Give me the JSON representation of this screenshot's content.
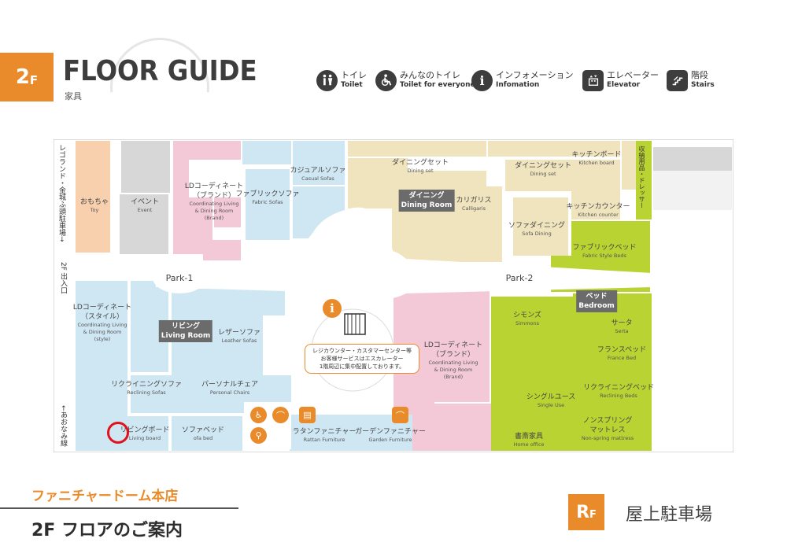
{
  "header": {
    "floor_num": "2",
    "floor_suffix": "F",
    "title": "FLOOR GUIDE",
    "subtitle": "家具"
  },
  "legend": [
    {
      "icon": "toilet-icon",
      "jp": "トイレ",
      "en": "Toilet"
    },
    {
      "icon": "accessible-toilet-icon",
      "jp": "みんなのトイレ",
      "en": "Toilet for everyone"
    },
    {
      "icon": "information-icon",
      "jp": "インフォメーション",
      "en": "Infomation"
    },
    {
      "icon": "elevator-icon",
      "jp": "エレベーター",
      "en": "Elevator"
    },
    {
      "icon": "stairs-icon",
      "jp": "階段",
      "en": "Stairs"
    }
  ],
  "map": {
    "parks": [
      "Park-1",
      "Park-2"
    ],
    "zones": {
      "dining": [
        "ダイニング",
        "Dining Room"
      ],
      "living": [
        "リビング",
        "Living Room"
      ],
      "bed": [
        "ベッド",
        "Bedroom"
      ]
    },
    "side_labels": {
      "left_top": "レゴランド・金城ふ頭駐車場→",
      "left_mid": "2F 出入口",
      "left_bottom": "←あおなみ線",
      "right": "収納用品・ドレッサー"
    },
    "notice": "レジカウンター・カスタマーセンター等\nお客様サービスはエスカレーター\n1階周辺に集中配置しております。",
    "labels": {
      "toy": {
        "jp": "おもちゃ",
        "en": "Toy"
      },
      "event": {
        "jp": "イベント",
        "en": "Event"
      },
      "ld_brand": {
        "jp": "LDコーディネート\n（ブランド）",
        "en": "Coordinating Living\n& Dining Room\n(Brand)"
      },
      "fabric_sofas": {
        "jp": "ファブリックソファ",
        "en": "Fabric Sofas"
      },
      "casual_sofas": {
        "jp": "カジュアルソファ",
        "en": "Casual Sofas"
      },
      "dining_set_1": {
        "jp": "ダイニングセット",
        "en": "Dining set"
      },
      "calligaris": {
        "jp": "カリガリス",
        "en": "Calligaris"
      },
      "dining_set_2": {
        "jp": "ダイニングセット",
        "en": "Dining set"
      },
      "kitchen_board": {
        "jp": "キッチンボード",
        "en": "Kitchen board"
      },
      "kitchen_counter": {
        "jp": "キッチンカウンター",
        "en": "Kitchen counter"
      },
      "sofa_dining": {
        "jp": "ソファダイニング",
        "en": "Sofa Dining"
      },
      "fabric_beds": {
        "jp": "ファブリックベッド",
        "en": "Fabric Style Beds"
      },
      "ld_style": {
        "jp": "LDコーディネート\n（スタイル）",
        "en": "Coordinating Living\n& Dining Room\n(style)"
      },
      "leather_sofas": {
        "jp": "レザーソファ",
        "en": "Leather Sofas"
      },
      "reclining_sofas": {
        "jp": "リクライニングソファ",
        "en": "Reclining Sofas"
      },
      "personal_chairs": {
        "jp": "パーソナルチェア",
        "en": "Personal Chairs"
      },
      "living_board": {
        "jp": "リビングボード",
        "en": "Living board"
      },
      "sofa_bed": {
        "jp": "ソファベッド",
        "en": "ofa bed"
      },
      "rattan": {
        "jp": "ラタンファニチャー",
        "en": "Rattan Furniture"
      },
      "garden": {
        "jp": "ガーデンファニチャー",
        "en": "Garden Furniture"
      },
      "ld_brand_2": {
        "jp": "LDコーディネート\n（ブランド）",
        "en": "Coordinating Living\n& Dining Room\n(Brand)"
      },
      "simmons": {
        "jp": "シモンズ",
        "en": "Simmons"
      },
      "serta": {
        "jp": "サータ",
        "en": "Serta"
      },
      "france_bed": {
        "jp": "フランスベッド",
        "en": "France Bed"
      },
      "single_use": {
        "jp": "シングルユース",
        "en": "Single Use"
      },
      "reclining_beds": {
        "jp": "リクライニングベッド",
        "en": "Reclining Beds"
      },
      "nonspring": {
        "jp": "ノンスプリング\nマットレス",
        "en": "Non-spring mattress"
      },
      "home_office": {
        "jp": "書斎家具",
        "en": "Home office"
      }
    }
  },
  "footer": {
    "store": "ファニチャードーム本店",
    "floor_name": "2F フロアのご案内",
    "rf_letter": "R",
    "rf_suffix": "F",
    "rf_label": "屋上駐車場"
  },
  "colors": {
    "accent": "#e98b2a",
    "living": "#cfe7f3",
    "pink": "#f3c9d8",
    "dining": "#efe4bd",
    "bed": "#b9d332",
    "gray": "#d7d7d7",
    "toy": "#f8d0ae"
  }
}
